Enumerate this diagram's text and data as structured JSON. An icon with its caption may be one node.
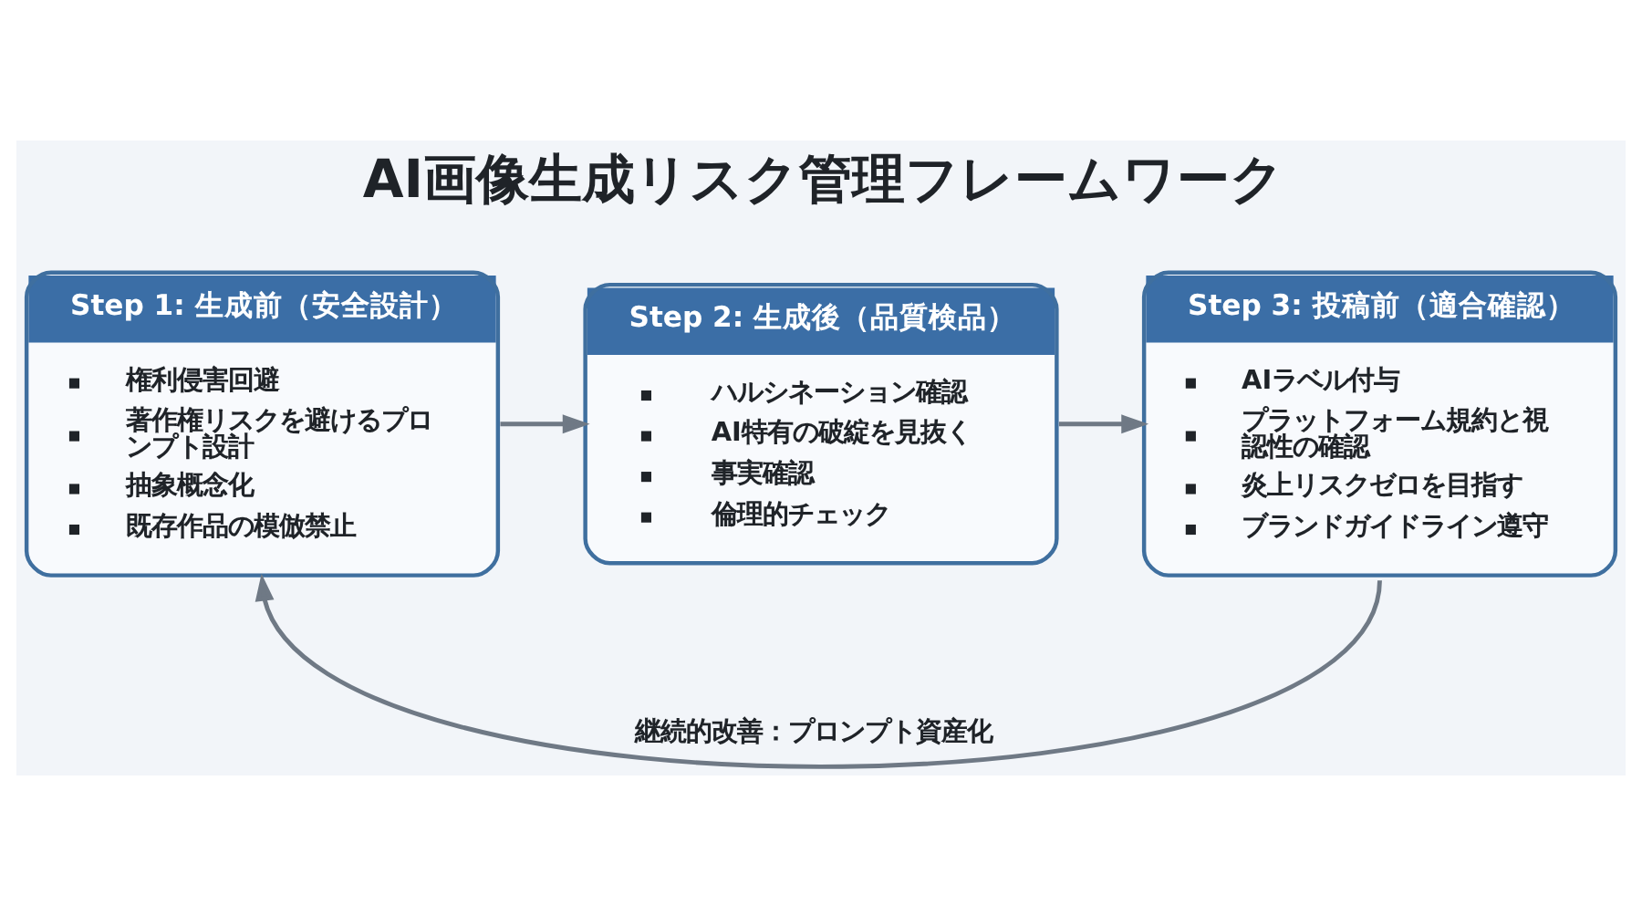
{
  "diagram": {
    "title": "AI画像生成リスク管理フレームワーク",
    "nodes": [
      {
        "text": [
          "Step 1: 生成前（安全設計）",
          "権利侵害回避",
          "著作権リスクを避けるプロンプト設計",
          "抽象概念化",
          "既存作品の模倣禁止"
        ]
      },
      {
        "text": [
          "Step 2: 生成後（品質検品）",
          "ハルシネーション確認",
          "AI特有の破綻を見抜く",
          "事実確認",
          "倫理的チェック"
        ]
      },
      {
        "text": [
          "Step 3: 投稿前（適合確認）",
          "AIラベル付与",
          "プラットフォーム規約と視認性の確認",
          "炎上リスクゼロを目指す",
          "ブランドガイドライン遵守"
        ]
      }
    ],
    "edges": [
      {
        "from": 0,
        "to": 1,
        "arrow": "to"
      },
      {
        "from": 1,
        "to": 2,
        "arrow": "to"
      },
      {
        "from": 2,
        "to": 0,
        "arrow": "to",
        "label": "継続的改善：プロンプト資産化"
      }
    ]
  }
}
